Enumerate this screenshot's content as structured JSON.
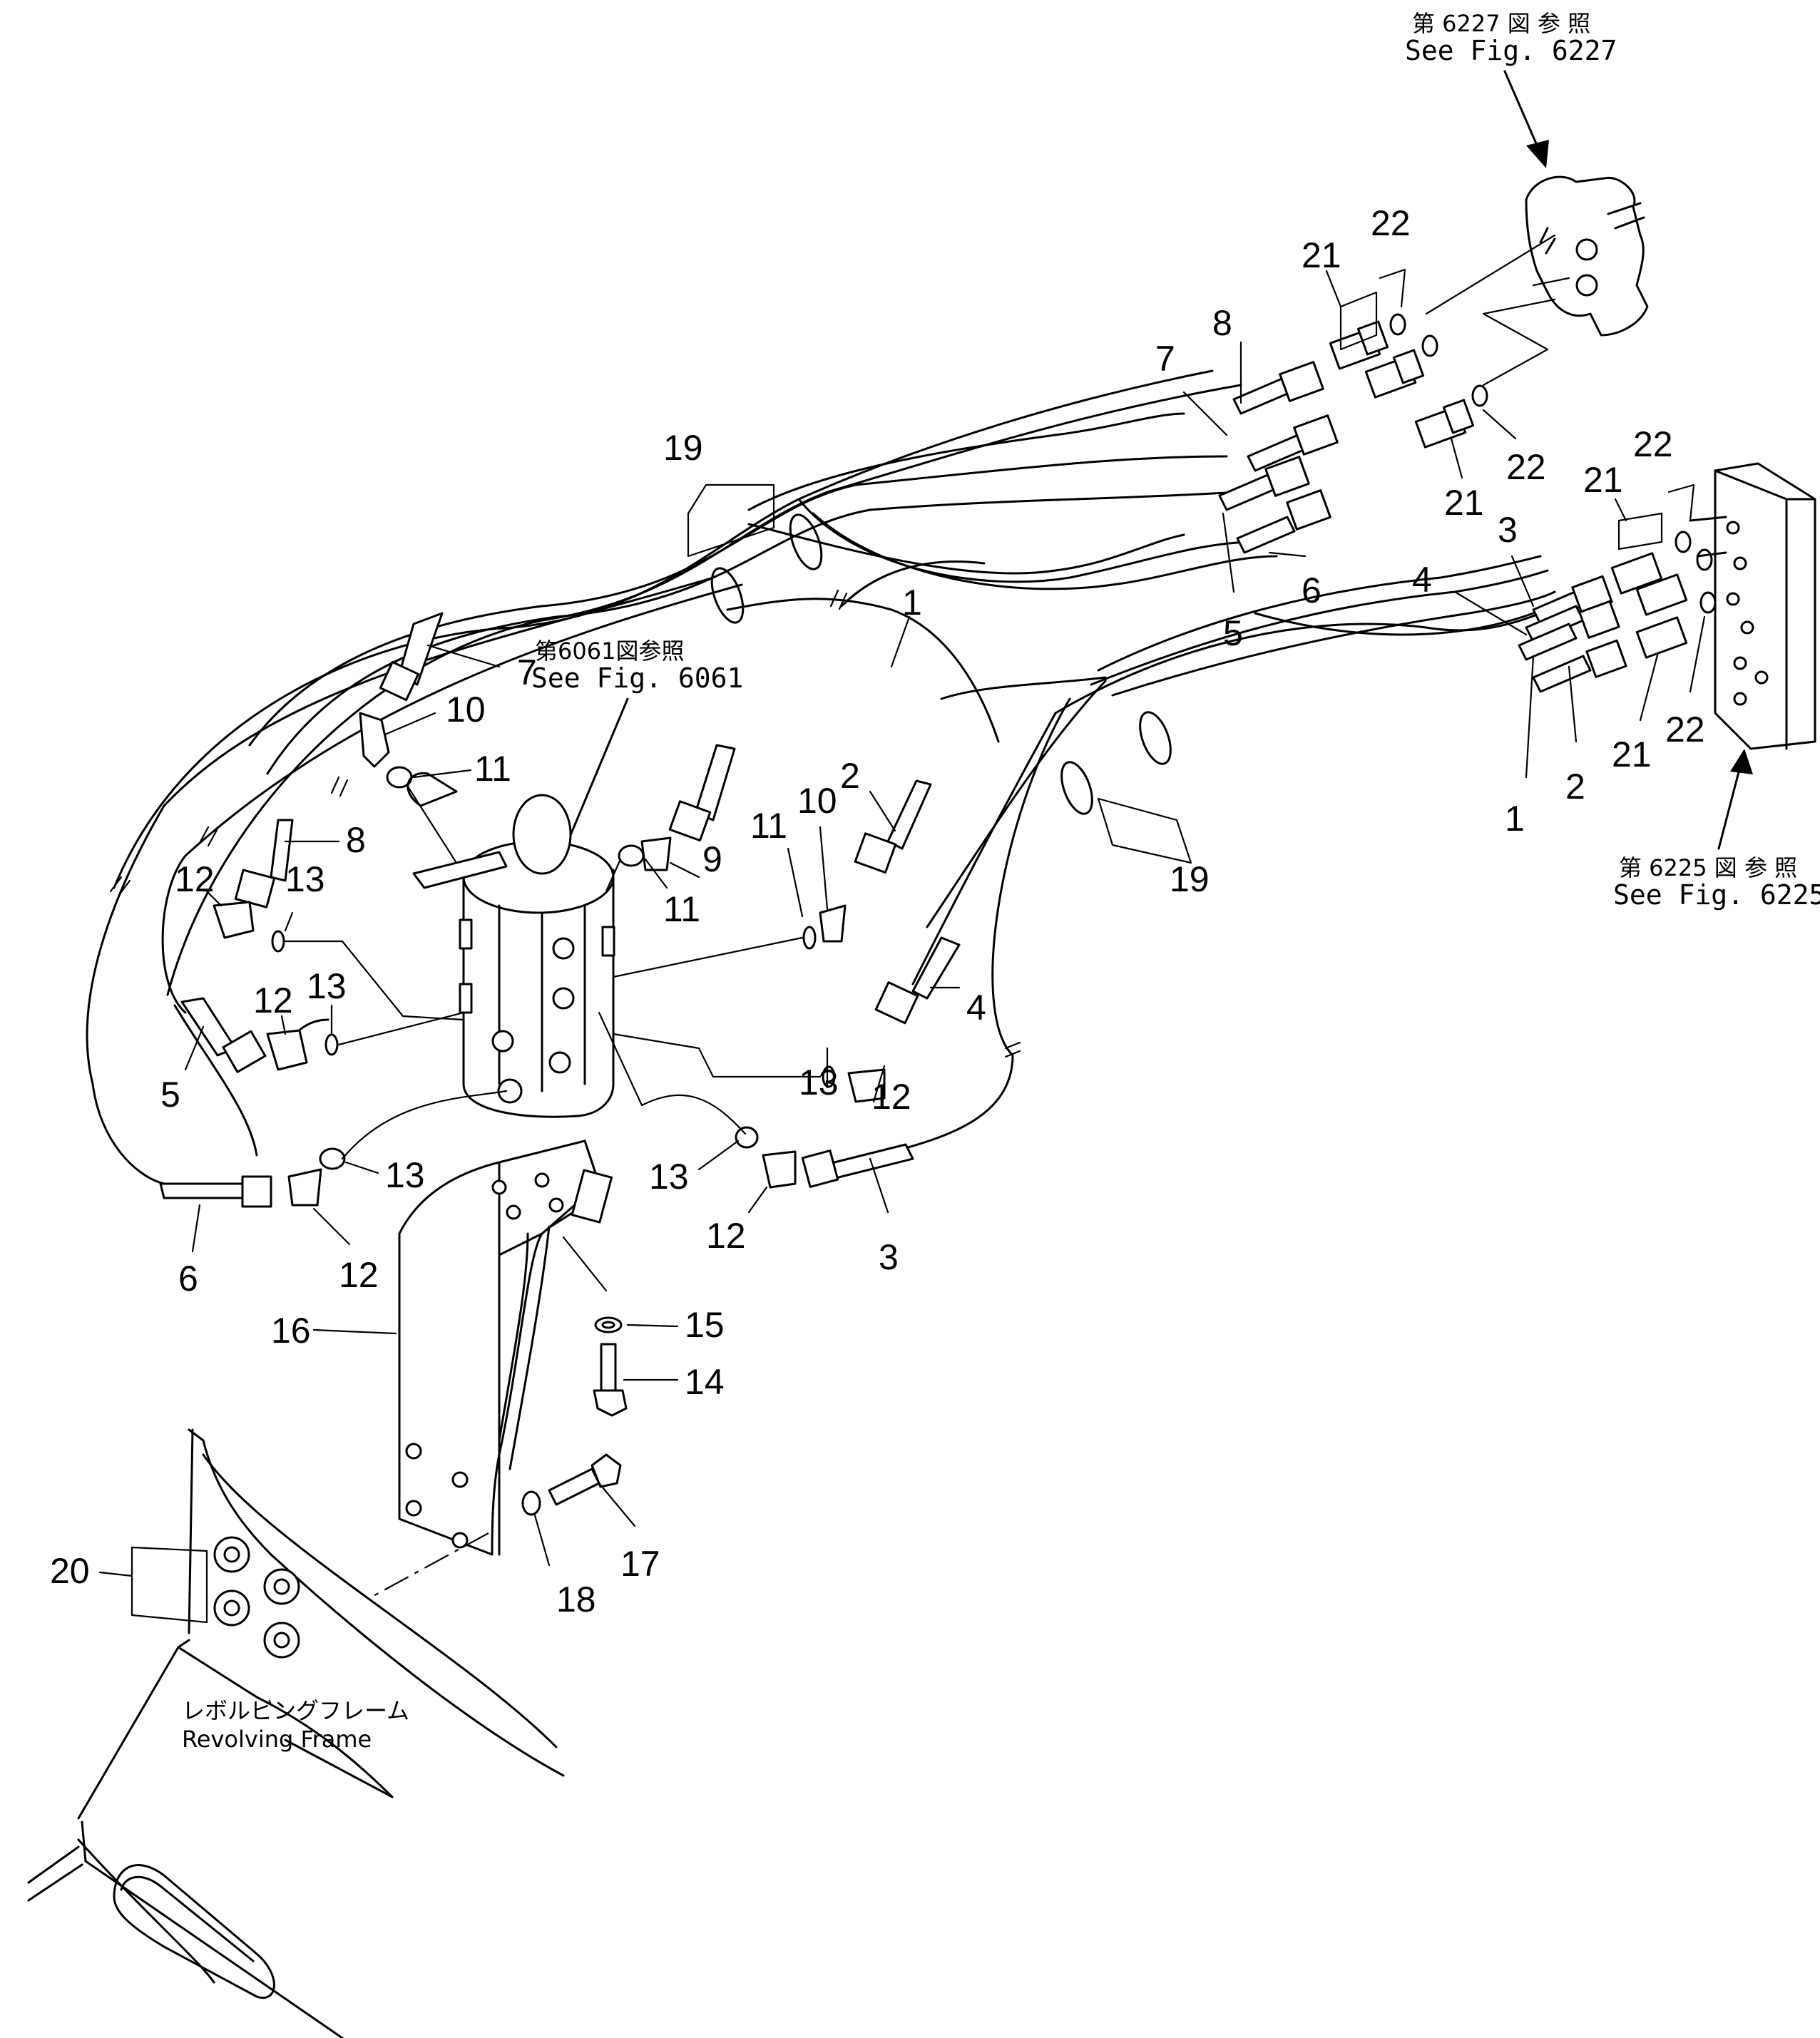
{
  "references": {
    "fig_6227_jp": "第 6227 図 参 照",
    "fig_6227_en": "See Fig. 6227",
    "fig_6061_jp": "第6061図参照",
    "fig_6061_en": "See Fig. 6061",
    "fig_6225_jp": "第 6225 図 参 照",
    "fig_6225_en": "See Fig. 6225"
  },
  "frame_label": {
    "jp": "レボルビングフレーム",
    "en": "Revolving Frame"
  },
  "callouts": {
    "c1_top": "1",
    "c1_right": "1",
    "c2_mid": "2",
    "c2_right": "2",
    "c3_right": "3",
    "c3_bottom": "3",
    "c4_right": "4",
    "c4_mid": "4",
    "c5_top": "5",
    "c5_left": "5",
    "c6_top": "6",
    "c6_left": "6",
    "c7_top": "7",
    "c7_left": "7",
    "c8_top": "8",
    "c8_left": "8",
    "c9": "9",
    "c10_left": "10",
    "c10_mid": "10",
    "c11_left": "11",
    "c11_mid": "11",
    "c11_mid2": "11",
    "c12_a": "12",
    "c12_b": "12",
    "c12_c": "12",
    "c12_d": "12",
    "c12_e": "12",
    "c13_a": "13",
    "c13_b": "13",
    "c13_c": "13",
    "c13_d": "13",
    "c13_e": "13",
    "c14": "14",
    "c15": "15",
    "c16": "16",
    "c17": "17",
    "c18": "18",
    "c19_top": "19",
    "c19_right": "19",
    "c20": "20",
    "c21_top": "21",
    "c21_top2": "21",
    "c21_right": "21",
    "c21_right2": "21",
    "c22_top": "22",
    "c22_top2": "22",
    "c22_right": "22",
    "c22_right2": "22"
  },
  "icons": [
    "ring-clamp-icon",
    "hose-fitting-icon",
    "elbow-fitting-icon",
    "o-ring-icon",
    "bolt-icon",
    "nut-icon",
    "swivel-joint-icon",
    "valve-block-icon",
    "bracket-icon"
  ]
}
